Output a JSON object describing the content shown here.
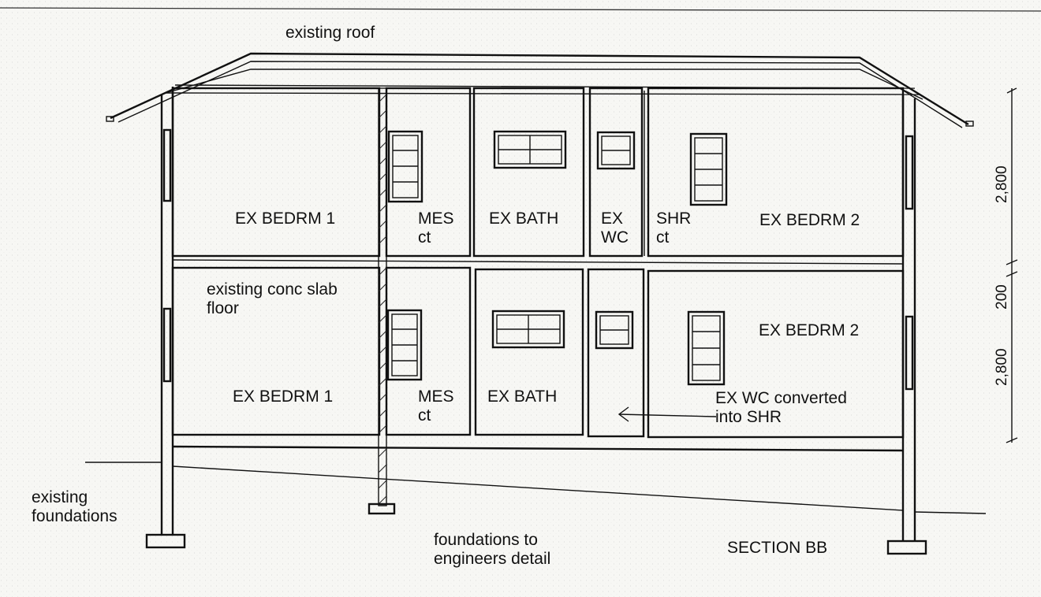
{
  "labels": {
    "roof": "existing roof",
    "upper_bedroom_1": "EX BEDRM 1",
    "upper_mes_line1": "MES",
    "upper_mes_line2": "ct",
    "upper_bath": "EX BATH",
    "upper_wc_line1": "EX",
    "upper_wc_line2": "WC",
    "upper_shr_line1": "SHR",
    "upper_shr_line2": "ct",
    "upper_bedroom_2": "EX BEDRM 2",
    "slab_line1": "existing conc slab",
    "slab_line2": "floor",
    "lower_bedroom_1": "EX BEDRM 1",
    "lower_mes_line1": "MES",
    "lower_mes_line2": "ct",
    "lower_bath": "EX BATH",
    "lower_bedroom_2": "EX BEDRM 2",
    "wc_converted_line1": "EX WC converted",
    "wc_converted_line2": "into SHR",
    "existing_foundations_line1": "existing",
    "existing_foundations_line2": "foundations",
    "foundations_detail_line1": "foundations to",
    "foundations_detail_line2": "engineers detail",
    "section": "SECTION BB"
  },
  "dimensions": {
    "upper_floor": "2,800",
    "slab": "200",
    "lower_floor": "2,800"
  }
}
